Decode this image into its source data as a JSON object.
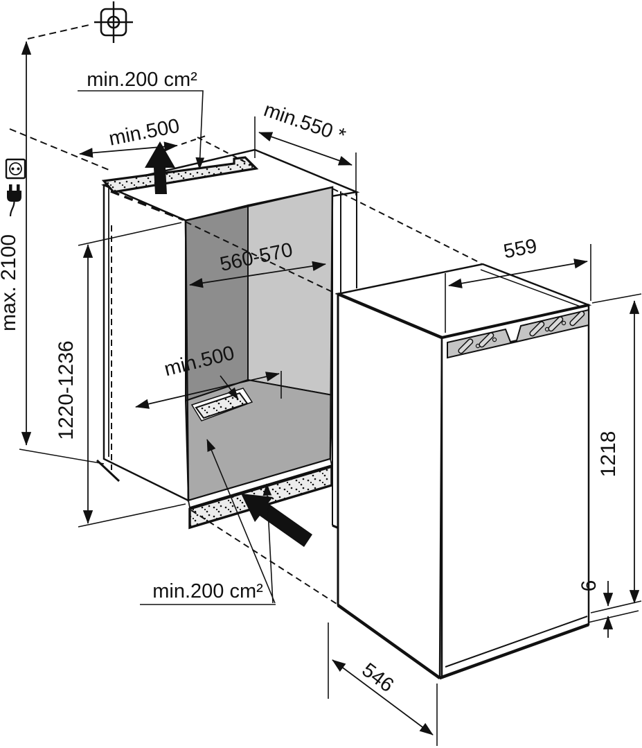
{
  "labels": {
    "vent_area_top": "min.200 cm²",
    "clearance_top": "min.500",
    "niche_depth": "min.550 *",
    "niche_width": "560-570",
    "niche_height": "1220-1236",
    "floor_clearance": "min.500",
    "max_height": "max. 2100",
    "appliance_width": "559",
    "appliance_height": "1218",
    "bottom_gap": "6",
    "vent_area_bottom": "min.200 cm²",
    "appliance_depth": "546"
  },
  "icons": {
    "fixing_position": "fixing-position-crosshair",
    "socket": "power-socket",
    "plug": "power-plug",
    "airflow_top": "air-out-arrow",
    "airflow_bottom": "air-in-arrow"
  },
  "colors": {
    "line": "#111111",
    "wall_dark": "#8d8d8d",
    "wall_light": "#c7c7c7",
    "floor": "#a9a9a9",
    "bracket": "#c4c4c4",
    "vent_bg": "#ececec"
  }
}
